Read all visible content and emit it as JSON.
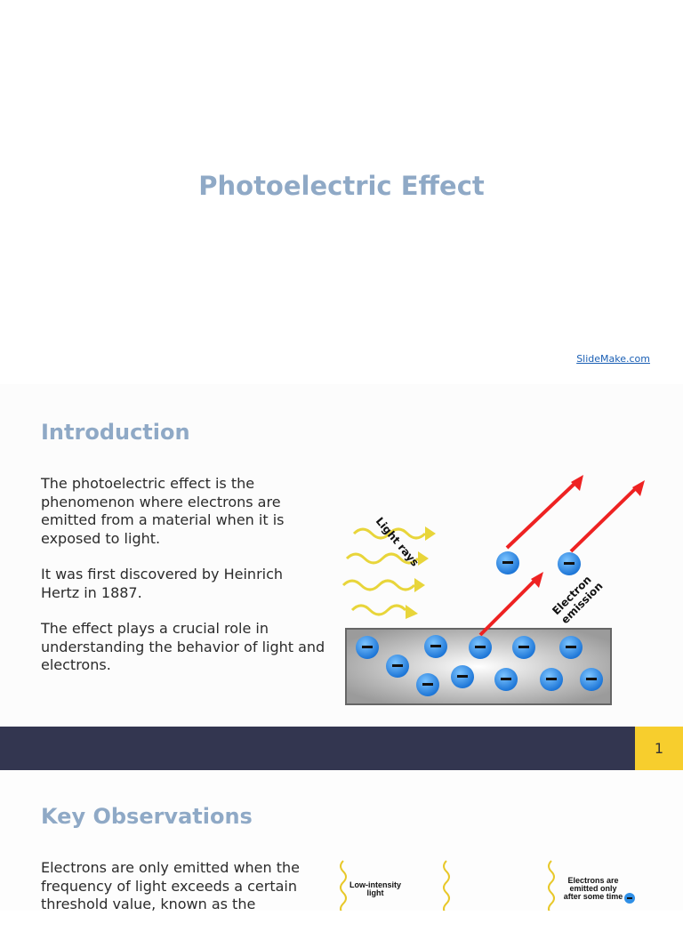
{
  "title_slide": {
    "title": "Photoelectric Effect",
    "source": "SlideMake.com"
  },
  "slide1": {
    "heading": "Introduction",
    "paragraphs": [
      "The photoelectric effect is the phenomenon where electrons are emitted from a material when it is exposed to light.",
      "It was first discovered by Heinrich Hertz in 1887.",
      "The effect plays a crucial role in understanding the behavior of light and electrons."
    ],
    "page_number": "1",
    "diagram": {
      "label_light": "Light rays",
      "label_emission_1": "Electron",
      "label_emission_2": "emission",
      "electron_symbol": "−"
    }
  },
  "slide2": {
    "heading": "Key Observations",
    "paragraphs": [
      "Electrons are only emitted when the frequency of light exceeds a certain threshold value, known as the"
    ],
    "diagram": {
      "label_low_1": "Low-intensity",
      "label_low_2": "light",
      "label_emit_1": "Electrons are",
      "label_emit_2": "emitted only",
      "label_emit_3": "after some time"
    }
  },
  "colors": {
    "heading": "#8fa9c6",
    "footer_bar": "#333650",
    "page_badge": "#f7ce2d",
    "electron": "#2f8fe6",
    "arrow": "#ee2222",
    "light": "#e8d53a"
  }
}
